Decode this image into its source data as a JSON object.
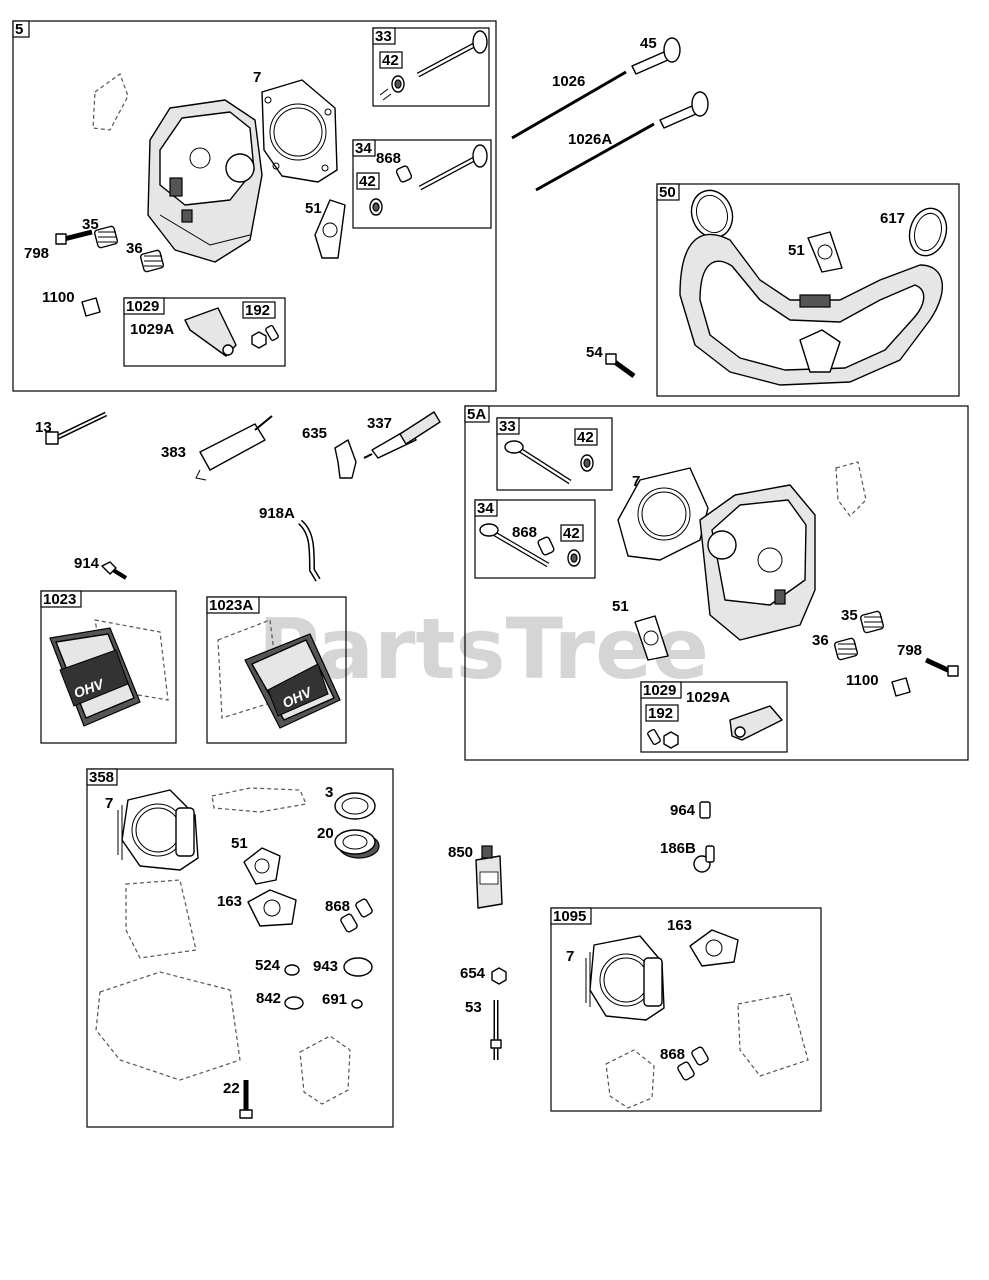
{
  "watermark": "PartsTree",
  "groups": [
    {
      "id": "5",
      "parts": [
        "33",
        "42",
        "34",
        "868",
        "42",
        "7",
        "51",
        "35",
        "798",
        "36",
        "1100",
        "1029",
        "1029A",
        "192"
      ]
    },
    {
      "id": "50",
      "parts": [
        "617",
        "51"
      ]
    },
    {
      "id": "5A",
      "parts": [
        "33",
        "42",
        "34",
        "868",
        "42",
        "7",
        "51",
        "35",
        "36",
        "798",
        "1100",
        "1029",
        "1029A",
        "192"
      ]
    },
    {
      "id": "1023",
      "parts": []
    },
    {
      "id": "1023A",
      "parts": []
    },
    {
      "id": "358",
      "parts": [
        "7",
        "3",
        "20",
        "51",
        "163",
        "868",
        "524",
        "943",
        "842",
        "691",
        "22"
      ]
    },
    {
      "id": "1095",
      "parts": [
        "163",
        "7",
        "868"
      ]
    }
  ],
  "labels": {
    "g5": "5",
    "g5_33": "33",
    "g5_42a": "42",
    "g5_34": "34",
    "g5_868": "868",
    "g5_42b": "42",
    "g5_7": "7",
    "g5_51": "51",
    "g5_35": "35",
    "g5_798": "798",
    "g5_36": "36",
    "g5_1100": "1100",
    "g5_1029": "1029",
    "g5_1029a": "1029A",
    "g5_192": "192",
    "p45": "45",
    "p1026": "1026",
    "p1026a": "1026A",
    "g50": "50",
    "g50_617": "617",
    "g50_51": "51",
    "p54": "54",
    "p13": "13",
    "p383": "383",
    "p635": "635",
    "p337": "337",
    "p918a": "918A",
    "p914": "914",
    "g1023": "1023",
    "g1023a": "1023A",
    "ohv1": "OHV",
    "ohv2": "OHV",
    "g5a": "5A",
    "g5a_33": "33",
    "g5a_42a": "42",
    "g5a_34": "34",
    "g5a_868": "868",
    "g5a_42b": "42",
    "g5a_7": "7",
    "g5a_51": "51",
    "g5a_35": "35",
    "g5a_36": "36",
    "g5a_798": "798",
    "g5a_1100": "1100",
    "g5a_1029": "1029",
    "g5a_1029a": "1029A",
    "g5a_192": "192",
    "g358": "358",
    "g358_7": "7",
    "g358_3": "3",
    "g358_20": "20",
    "g358_51": "51",
    "g358_163": "163",
    "g358_868": "868",
    "g358_524": "524",
    "g358_943": "943",
    "g358_842": "842",
    "g358_691": "691",
    "g358_22": "22",
    "p964": "964",
    "p186b": "186B",
    "p850": "850",
    "p654": "654",
    "p53": "53",
    "g1095": "1095",
    "g1095_163": "163",
    "g1095_7": "7",
    "g1095_868": "868"
  }
}
